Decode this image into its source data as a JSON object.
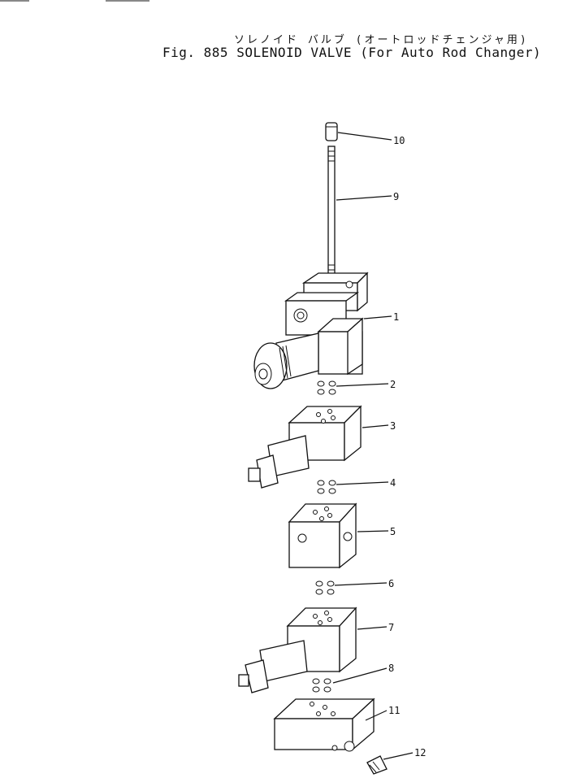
{
  "title": {
    "japanese": "ソレノイド バルブ (オートロッドチェンジャ用)",
    "english": "Fig. 885  SOLENOID VALVE  (For Auto Rod Changer)"
  },
  "callouts": [
    {
      "id": "10",
      "label": "10"
    },
    {
      "id": "9",
      "label": "9"
    },
    {
      "id": "1",
      "label": "1"
    },
    {
      "id": "2",
      "label": "2"
    },
    {
      "id": "3",
      "label": "3"
    },
    {
      "id": "4",
      "label": "4"
    },
    {
      "id": "5",
      "label": "5"
    },
    {
      "id": "6",
      "label": "6"
    },
    {
      "id": "7",
      "label": "7"
    },
    {
      "id": "8",
      "label": "8"
    },
    {
      "id": "11",
      "label": "11"
    },
    {
      "id": "12",
      "label": "12"
    }
  ]
}
